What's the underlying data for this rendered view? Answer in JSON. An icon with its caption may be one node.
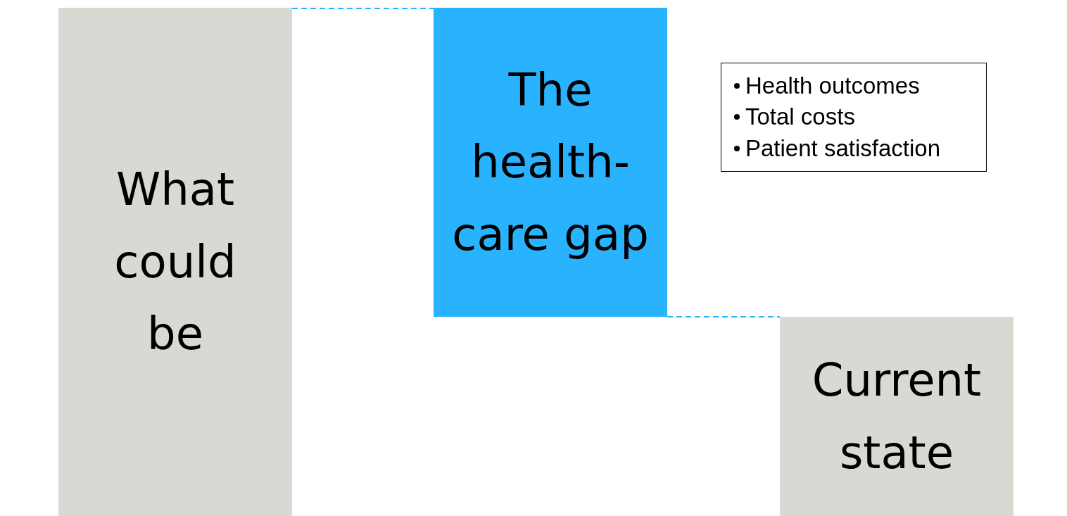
{
  "diagram": {
    "nodes": [
      {
        "text": [
          "What could be"
        ]
      },
      {
        "text": [
          "The health-care gap"
        ]
      },
      {
        "text": [
          "Health outcomes",
          "Total costs",
          "Patient satisfaction"
        ]
      },
      {
        "text": [
          "Current state"
        ]
      }
    ],
    "edges": [
      {
        "from": 0,
        "to": 1,
        "arrow": "none",
        "style": "dashed"
      },
      {
        "from": 1,
        "to": 3,
        "arrow": "none",
        "style": "dashed"
      }
    ]
  }
}
